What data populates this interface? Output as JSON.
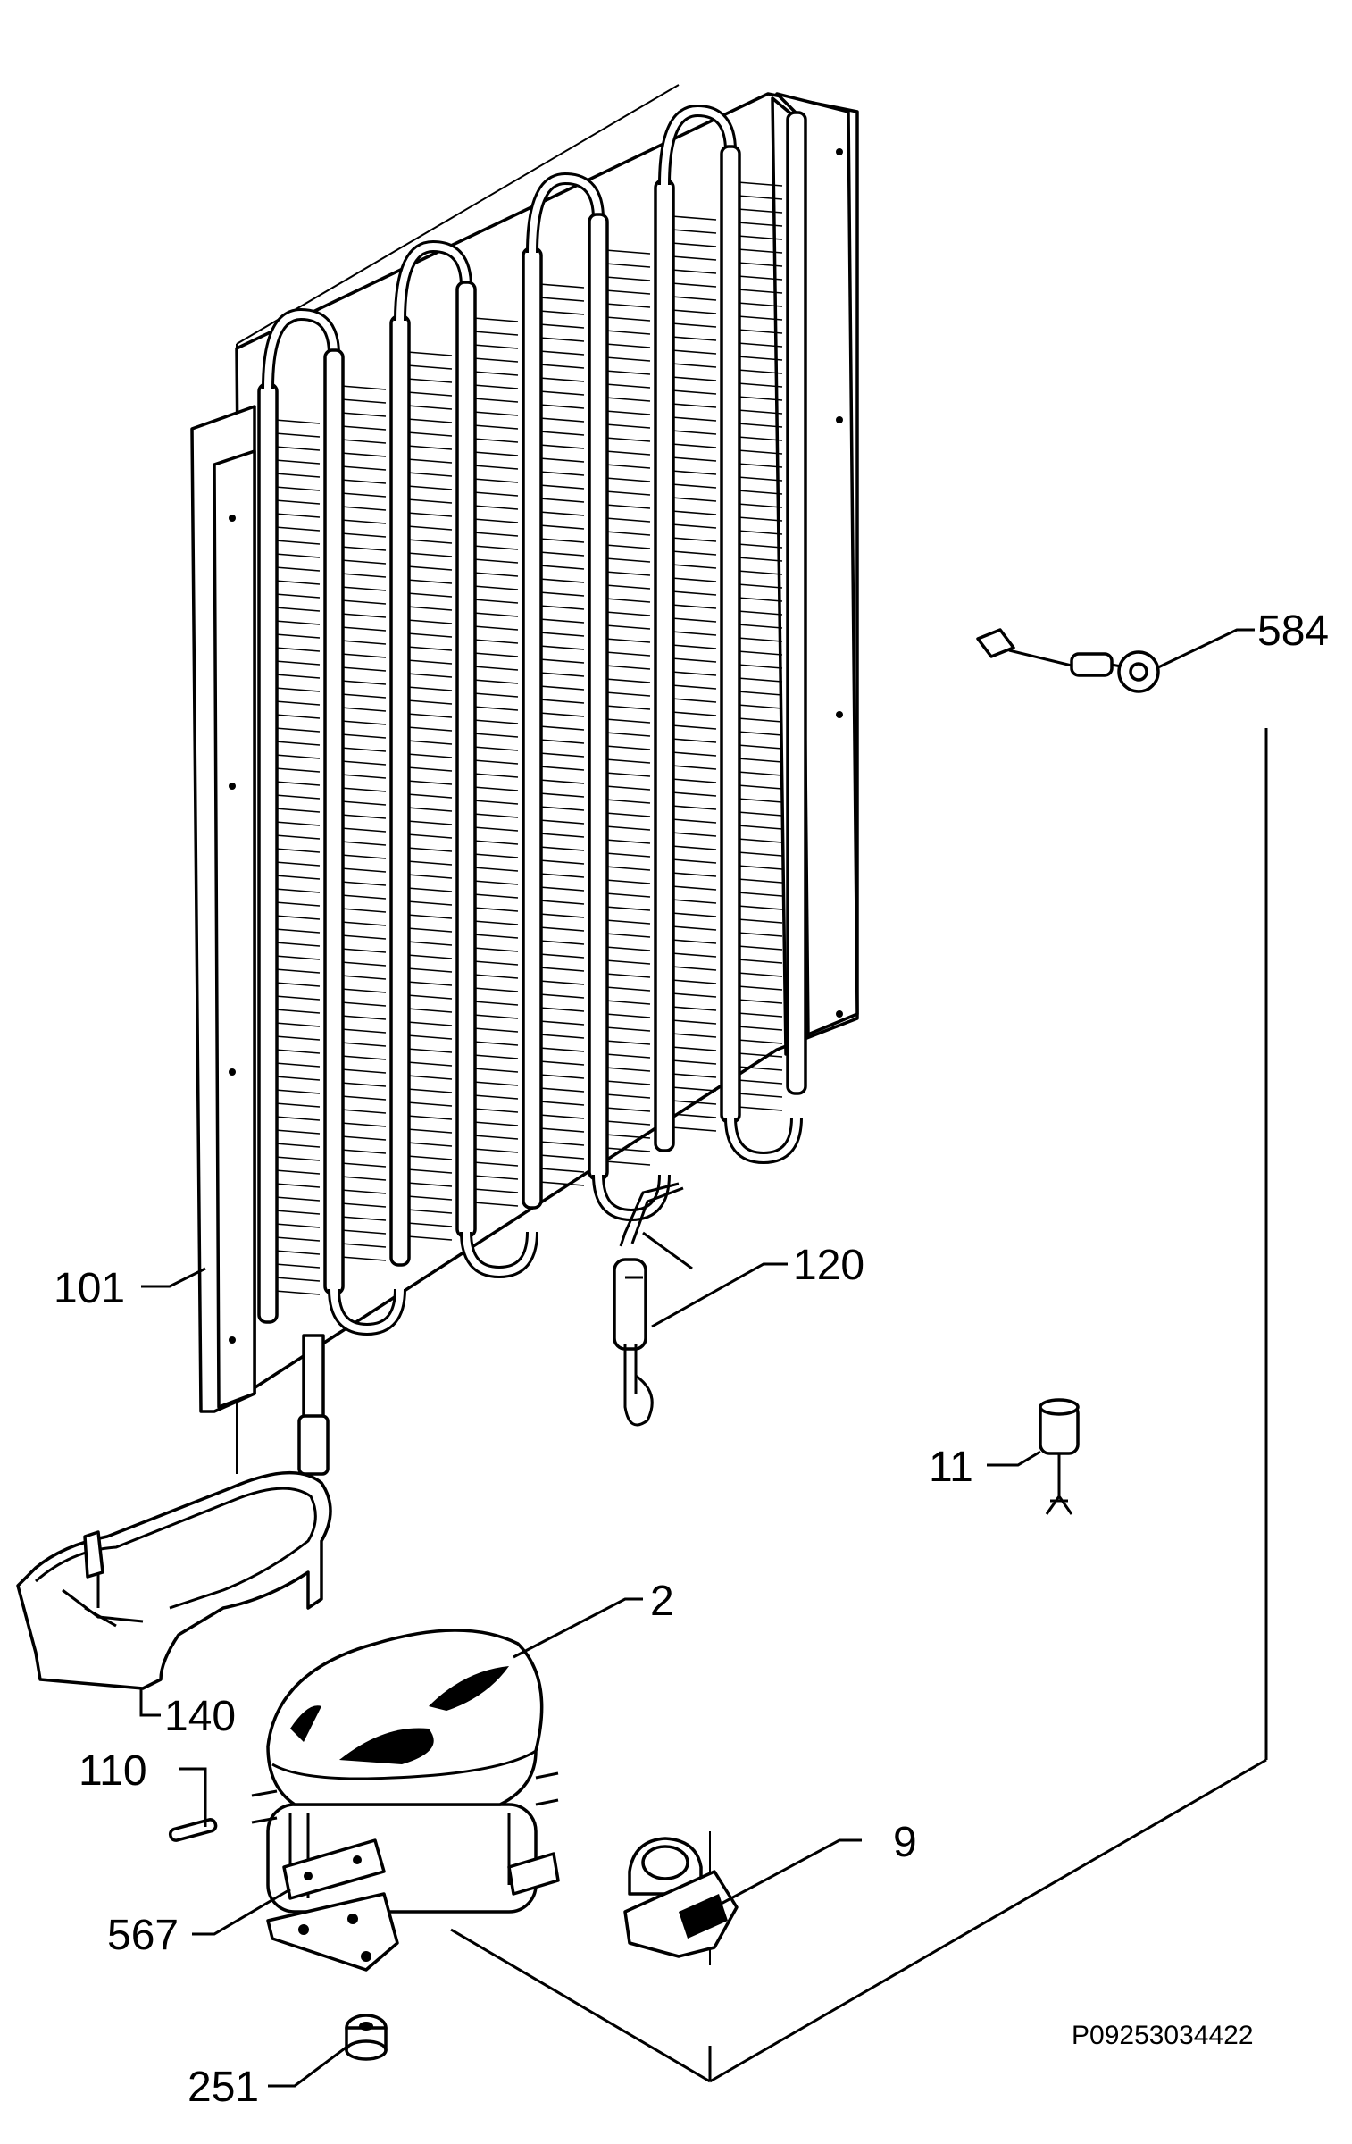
{
  "parts": [
    {
      "id": "584",
      "label": "584",
      "name": "thermostat-sensor"
    },
    {
      "id": "101",
      "label": "101",
      "name": "condenser"
    },
    {
      "id": "120",
      "label": "120",
      "name": "dryer-filter"
    },
    {
      "id": "11",
      "label": "11",
      "name": "service-valve"
    },
    {
      "id": "2",
      "label": "2",
      "name": "compressor"
    },
    {
      "id": "140",
      "label": "140",
      "name": "drip-tray"
    },
    {
      "id": "110",
      "label": "110",
      "name": "pin"
    },
    {
      "id": "9",
      "label": "9",
      "name": "relay-clamp"
    },
    {
      "id": "567",
      "label": "567",
      "name": "mounting-bracket"
    },
    {
      "id": "251",
      "label": "251",
      "name": "rubber-grommet"
    }
  ],
  "drawing_code": "P09253034422"
}
